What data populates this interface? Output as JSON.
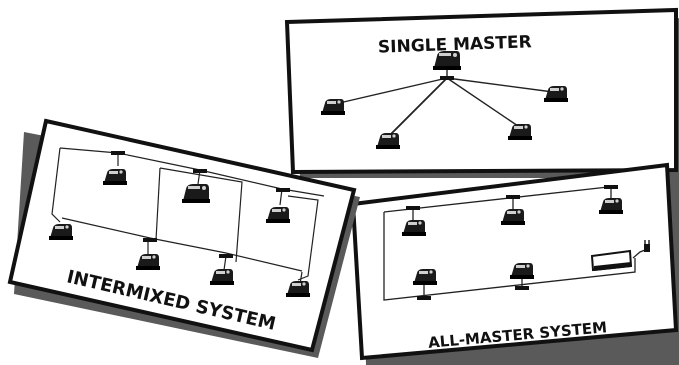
{
  "panels": {
    "single_master": {
      "title": "SINGLE MASTER"
    },
    "intermixed": {
      "title": "INTERMIXED SYSTEM"
    },
    "all_master": {
      "title": "ALL-MASTER SYSTEM"
    }
  },
  "icons": {
    "station": "intercom-station-icon",
    "master": "master-station-icon",
    "junction": "junction-box-icon",
    "plug": "power-plug-icon"
  },
  "colors": {
    "panel_fill": "#ffffff",
    "panel_border": "#111111",
    "shadow": "#555555",
    "wire": "#222222",
    "station": "#1a1a1a"
  }
}
